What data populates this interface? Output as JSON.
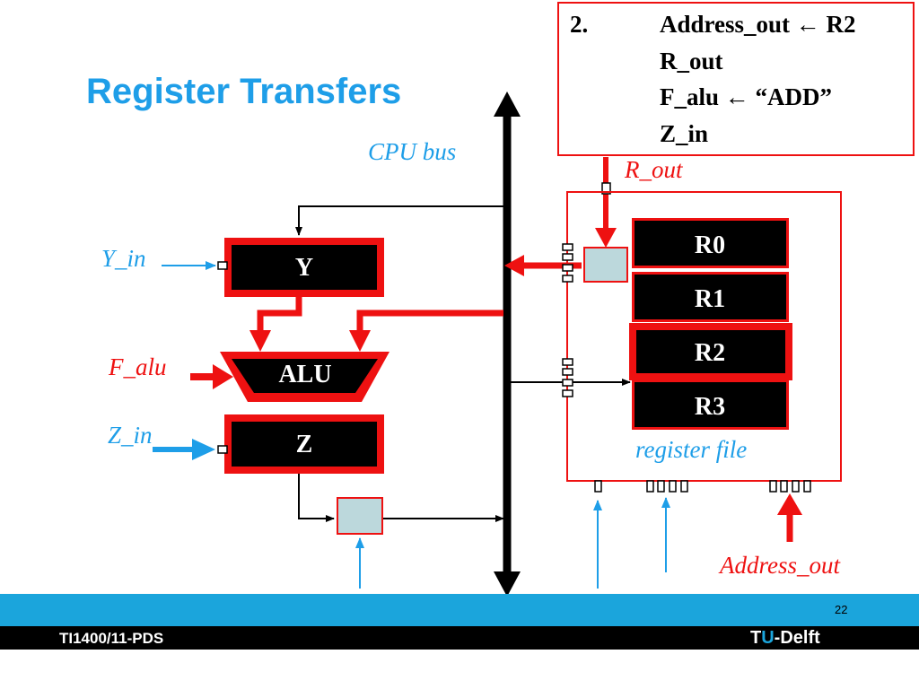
{
  "slide": {
    "title": "Register Transfers",
    "page_number": "22",
    "course": "TI1400/11-PDS",
    "brand": {
      "part1": "T",
      "part2": "U",
      "part3": "-Delft"
    }
  },
  "step_box": {
    "number": "2.",
    "lines": [
      "Address_out ← R2",
      "R_out",
      "F_alu ← “ADD”",
      "Z_in"
    ]
  },
  "labels": {
    "cpu_bus": "CPU bus",
    "r_out": "R_out",
    "y_in": "Y_in",
    "f_alu": "F_alu",
    "z_in": "Z_in",
    "register_file": "register file",
    "address_out": "Address_out"
  },
  "blocks": {
    "y": "Y",
    "alu": "ALU",
    "z": "Z"
  },
  "registers": [
    "R0",
    "R1",
    "R2",
    "R3"
  ],
  "highlighted_register": "R2",
  "colors": {
    "title_blue": "#1e9ee8",
    "signal_red": "#ee1111",
    "footer_blue": "#1ba5dc",
    "buffer_fill": "#bcd8dc"
  }
}
